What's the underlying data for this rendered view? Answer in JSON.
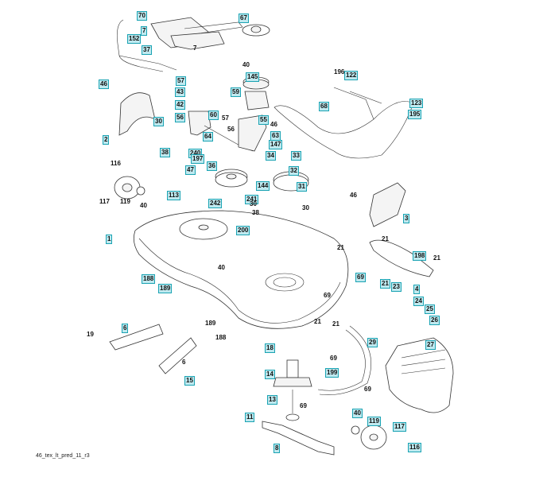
{
  "diagram": {
    "title": "Mower deck exploded parts diagram",
    "caption": "46_tex_lt_pred_11_r3",
    "colors": {
      "label_fill": "#bfe9ef",
      "label_border": "#1aa3b3",
      "line": "#333333"
    },
    "labels": [
      {
        "id": "70",
        "boxed": true
      },
      {
        "id": "67",
        "boxed": true
      },
      {
        "id": "7",
        "boxed": true
      },
      {
        "id": "7",
        "boxed": false
      },
      {
        "id": "152",
        "boxed": true
      },
      {
        "id": "37",
        "boxed": true
      },
      {
        "id": "40",
        "boxed": false
      },
      {
        "id": "145",
        "boxed": true
      },
      {
        "id": "46",
        "boxed": true
      },
      {
        "id": "57",
        "boxed": true
      },
      {
        "id": "43",
        "boxed": true
      },
      {
        "id": "59",
        "boxed": true
      },
      {
        "id": "42",
        "boxed": true
      },
      {
        "id": "56",
        "boxed": true
      },
      {
        "id": "60",
        "boxed": true
      },
      {
        "id": "57",
        "boxed": false
      },
      {
        "id": "55",
        "boxed": true
      },
      {
        "id": "46",
        "boxed": false
      },
      {
        "id": "56",
        "boxed": false
      },
      {
        "id": "63",
        "boxed": true
      },
      {
        "id": "64",
        "boxed": true
      },
      {
        "id": "147",
        "boxed": true
      },
      {
        "id": "30",
        "boxed": true
      },
      {
        "id": "2",
        "boxed": true
      },
      {
        "id": "38",
        "boxed": true
      },
      {
        "id": "240",
        "boxed": true
      },
      {
        "id": "34",
        "boxed": true
      },
      {
        "id": "197",
        "boxed": true
      },
      {
        "id": "36",
        "boxed": true
      },
      {
        "id": "33",
        "boxed": true
      },
      {
        "id": "32",
        "boxed": true
      },
      {
        "id": "31",
        "boxed": true
      },
      {
        "id": "196",
        "boxed": false
      },
      {
        "id": "122",
        "boxed": true
      },
      {
        "id": "68",
        "boxed": true
      },
      {
        "id": "123",
        "boxed": true
      },
      {
        "id": "195",
        "boxed": true
      },
      {
        "id": "116",
        "boxed": false
      },
      {
        "id": "117",
        "boxed": false
      },
      {
        "id": "119",
        "boxed": false
      },
      {
        "id": "40",
        "boxed": false
      },
      {
        "id": "113",
        "boxed": true
      },
      {
        "id": "47",
        "boxed": true
      },
      {
        "id": "144",
        "boxed": true
      },
      {
        "id": "241",
        "boxed": true
      },
      {
        "id": "242",
        "boxed": true
      },
      {
        "id": "30",
        "boxed": false
      },
      {
        "id": "38",
        "boxed": false
      },
      {
        "id": "30",
        "boxed": false
      },
      {
        "id": "200",
        "boxed": true
      },
      {
        "id": "46",
        "boxed": false
      },
      {
        "id": "3",
        "boxed": true
      },
      {
        "id": "21",
        "boxed": false
      },
      {
        "id": "1",
        "boxed": true
      },
      {
        "id": "21",
        "boxed": false
      },
      {
        "id": "198",
        "boxed": true
      },
      {
        "id": "21",
        "boxed": false
      },
      {
        "id": "188",
        "boxed": true
      },
      {
        "id": "189",
        "boxed": true
      },
      {
        "id": "40",
        "boxed": false
      },
      {
        "id": "69",
        "boxed": true
      },
      {
        "id": "69",
        "boxed": false
      },
      {
        "id": "21",
        "boxed": true
      },
      {
        "id": "23",
        "boxed": true
      },
      {
        "id": "4",
        "boxed": true
      },
      {
        "id": "21",
        "boxed": false
      },
      {
        "id": "24",
        "boxed": true
      },
      {
        "id": "25",
        "boxed": true
      },
      {
        "id": "26",
        "boxed": true
      },
      {
        "id": "21",
        "boxed": false
      },
      {
        "id": "189",
        "boxed": false
      },
      {
        "id": "188",
        "boxed": false
      },
      {
        "id": "6",
        "boxed": true
      },
      {
        "id": "19",
        "boxed": false
      },
      {
        "id": "6",
        "boxed": false
      },
      {
        "id": "15",
        "boxed": true
      },
      {
        "id": "18",
        "boxed": true
      },
      {
        "id": "29",
        "boxed": true
      },
      {
        "id": "27",
        "boxed": true
      },
      {
        "id": "69",
        "boxed": false
      },
      {
        "id": "14",
        "boxed": true
      },
      {
        "id": "199",
        "boxed": true
      },
      {
        "id": "69",
        "boxed": false
      },
      {
        "id": "13",
        "boxed": true
      },
      {
        "id": "69",
        "boxed": false
      },
      {
        "id": "11",
        "boxed": true
      },
      {
        "id": "40",
        "boxed": true
      },
      {
        "id": "119",
        "boxed": true
      },
      {
        "id": "117",
        "boxed": true
      },
      {
        "id": "116",
        "boxed": true
      },
      {
        "id": "8",
        "boxed": true
      }
    ]
  }
}
